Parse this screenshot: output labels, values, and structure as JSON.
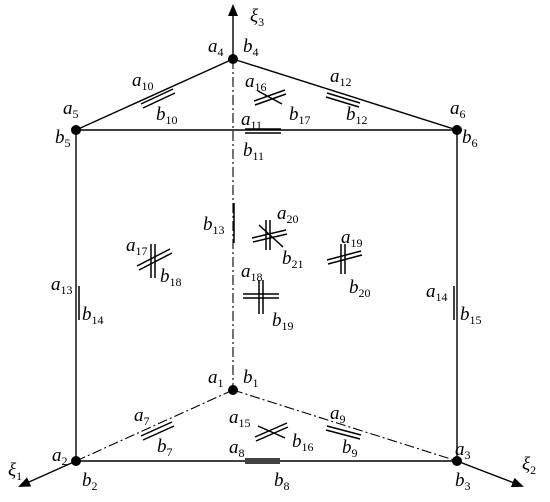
{
  "axes": {
    "xi3": {
      "main": "ξ",
      "sub": "3"
    },
    "xi1": {
      "main": "ξ",
      "sub": "1"
    },
    "xi2": {
      "main": "ξ",
      "sub": "2"
    }
  },
  "labels": {
    "a1": {
      "main": "a",
      "sub": "1"
    },
    "b1": {
      "main": "b",
      "sub": "1"
    },
    "a2": {
      "main": "a",
      "sub": "2"
    },
    "b2": {
      "main": "b",
      "sub": "2"
    },
    "a3": {
      "main": "a",
      "sub": "3"
    },
    "b3": {
      "main": "b",
      "sub": "3"
    },
    "a4": {
      "main": "a",
      "sub": "4"
    },
    "b4": {
      "main": "b",
      "sub": "4"
    },
    "a5": {
      "main": "a",
      "sub": "5"
    },
    "b5": {
      "main": "b",
      "sub": "5"
    },
    "a6": {
      "main": "a",
      "sub": "6"
    },
    "b6": {
      "main": "b",
      "sub": "6"
    },
    "a7": {
      "main": "a",
      "sub": "7"
    },
    "b7": {
      "main": "b",
      "sub": "7"
    },
    "a8": {
      "main": "a",
      "sub": "8"
    },
    "b8": {
      "main": "b",
      "sub": "8"
    },
    "a9": {
      "main": "a",
      "sub": "9"
    },
    "b9": {
      "main": "b",
      "sub": "9"
    },
    "a10": {
      "main": "a",
      "sub": "10"
    },
    "b10": {
      "main": "b",
      "sub": "10"
    },
    "a11": {
      "main": "a",
      "sub": "11"
    },
    "b11": {
      "main": "b",
      "sub": "11"
    },
    "a12": {
      "main": "a",
      "sub": "12"
    },
    "b12": {
      "main": "b",
      "sub": "12"
    },
    "a13": {
      "main": "a",
      "sub": "13"
    },
    "b13": {
      "main": "b",
      "sub": "13"
    },
    "a14": {
      "main": "a",
      "sub": "14"
    },
    "b14": {
      "main": "b",
      "sub": "14"
    },
    "a15": {
      "main": "a",
      "sub": "15"
    },
    "b15": {
      "main": "b",
      "sub": "15"
    },
    "a16": {
      "main": "a",
      "sub": "16"
    },
    "b16": {
      "main": "b",
      "sub": "16"
    },
    "a17": {
      "main": "a",
      "sub": "17"
    },
    "b17": {
      "main": "b",
      "sub": "17"
    },
    "a18": {
      "main": "a",
      "sub": "18"
    },
    "b18": {
      "main": "b",
      "sub": "18"
    },
    "a19": {
      "main": "a",
      "sub": "19"
    },
    "b19": {
      "main": "b",
      "sub": "19"
    },
    "a20": {
      "main": "a",
      "sub": "20"
    },
    "b20": {
      "main": "b",
      "sub": "20"
    },
    "b21": {
      "main": "b",
      "sub": "21"
    }
  }
}
